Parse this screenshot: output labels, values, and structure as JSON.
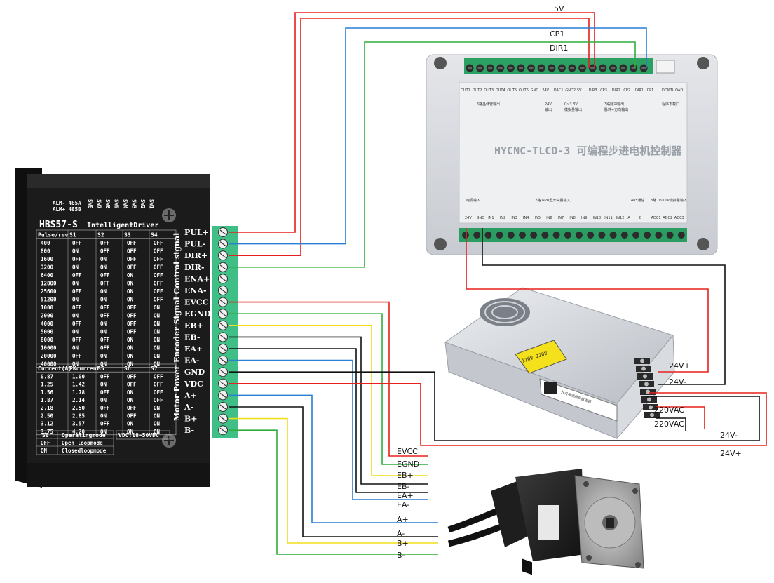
{
  "colors": {
    "red": "#e8201c",
    "blue": "#2a7fd4",
    "green": "#2fae3a",
    "yellow": "#f2de1c",
    "black": "#111111",
    "driver_body": "#1b1b1b",
    "terminal": "#3fbf86"
  },
  "driver": {
    "model": "HBS57-S",
    "subtitle": "IntelligentDriver",
    "alarm_top": "ALM- 485A",
    "alarm_bottom": "ALM+ 485B",
    "switches": [
      "SW8",
      "SW7",
      "SW6",
      "SW5",
      "SW4",
      "SW3",
      "SW2",
      "SW1"
    ],
    "side_label": "Motor Power Encoder Signal Control signal",
    "pulse_table": {
      "headers": [
        "Pulse/rev",
        "S1",
        "S2",
        "S3",
        "S4"
      ],
      "rows": [
        [
          "400",
          "OFF",
          "OFF",
          "OFF",
          "OFF"
        ],
        [
          "800",
          "ON",
          "OFF",
          "OFF",
          "OFF"
        ],
        [
          "1600",
          "OFF",
          "ON",
          "OFF",
          "OFF"
        ],
        [
          "3200",
          "ON",
          "ON",
          "OFF",
          "OFF"
        ],
        [
          "6400",
          "OFF",
          "OFF",
          "ON",
          "OFF"
        ],
        [
          "12800",
          "ON",
          "OFF",
          "ON",
          "OFF"
        ],
        [
          "25600",
          "OFF",
          "ON",
          "ON",
          "OFF"
        ],
        [
          "51200",
          "ON",
          "ON",
          "ON",
          "OFF"
        ],
        [
          "1000",
          "OFF",
          "OFF",
          "OFF",
          "ON"
        ],
        [
          "2000",
          "ON",
          "OFF",
          "OFF",
          "ON"
        ],
        [
          "4000",
          "OFF",
          "ON",
          "OFF",
          "ON"
        ],
        [
          "5000",
          "ON",
          "ON",
          "OFF",
          "ON"
        ],
        [
          "8000",
          "OFF",
          "OFF",
          "ON",
          "ON"
        ],
        [
          "10000",
          "ON",
          "OFF",
          "ON",
          "ON"
        ],
        [
          "20000",
          "OFF",
          "ON",
          "ON",
          "ON"
        ],
        [
          "40000",
          "ON",
          "ON",
          "ON",
          "ON"
        ]
      ]
    },
    "current_table": {
      "headers": [
        "Current(A)",
        "PKcurrent",
        "S5",
        "S6",
        "S7"
      ],
      "rows": [
        [
          "0.87",
          "1.00",
          "OFF",
          "OFF",
          "OFF"
        ],
        [
          "1.25",
          "1.42",
          "ON",
          "OFF",
          "OFF"
        ],
        [
          "1.56",
          "1.78",
          "OFF",
          "ON",
          "OFF"
        ],
        [
          "1.87",
          "2.14",
          "ON",
          "ON",
          "OFF"
        ],
        [
          "2.18",
          "2.50",
          "OFF",
          "OFF",
          "ON"
        ],
        [
          "2.50",
          "2.85",
          "ON",
          "OFF",
          "ON"
        ],
        [
          "3.12",
          "3.57",
          "OFF",
          "ON",
          "ON"
        ],
        [
          "3.75",
          "4.20",
          "ON",
          "ON",
          "ON"
        ]
      ]
    },
    "mode_table": {
      "headers": [
        "S8",
        "Operatingmode"
      ],
      "rows": [
        [
          "OFF",
          "Open loopmode"
        ],
        [
          "ON",
          "Closedloopmode"
        ]
      ],
      "vdc": "VDC:18~50VDC"
    },
    "terminals": [
      "PUL+",
      "PUL-",
      "DIR+",
      "DIR-",
      "ENA+",
      "ENA-",
      "EVCC",
      "EGND",
      "EB+",
      "EB-",
      "EA+",
      "EA-",
      "GND",
      "VDC",
      "A+",
      "A-",
      "B+",
      "B-"
    ]
  },
  "controller": {
    "title": "HYCNC-TLCD-3 可编程步进电机控制器",
    "top_ports": [
      "OUT1",
      "OUT2",
      "OUT3",
      "OUT4",
      "OUT5",
      "OUT6",
      "GND",
      "24V",
      "DAC1",
      "GND2",
      "5V",
      "DIR3",
      "CP3",
      "DIR2",
      "CP2",
      "DIR1",
      "CP1"
    ],
    "download": "DOWNLOAD",
    "top_notes": [
      "6路晶体管输出",
      "24V",
      "0~3.3V",
      "3路脉冲输出",
      "程序下载口",
      "输出",
      "模拟量输出",
      "脉冲+方向输出"
    ],
    "bottom_ports": [
      "24V",
      "GND",
      "IN1",
      "IN2",
      "IN3",
      "IN4",
      "IN5",
      "IN6",
      "IN7",
      "IN8",
      "IN9",
      "IN10",
      "IN11",
      "IN12",
      "A",
      "B",
      "ADC1",
      "ADC2",
      "ADC3"
    ],
    "bottom_notes": [
      "电源输入",
      "12路 NPN型开关量输入",
      "485通信",
      "3路 0~10V模拟量输入"
    ]
  },
  "power_supply": {
    "warning": "110V  220V",
    "label": "开关电源组装自由调",
    "terminals": [
      "24V+",
      "24V-",
      "220VAC",
      "220VAC"
    ]
  },
  "wire_labels": {
    "v5": "5V",
    "cp1": "CP1",
    "dir1": "DIR1",
    "evcc": "EVCC",
    "egnd": "EGND",
    "ebp": "EB+",
    "ebm": "EB-",
    "eap": "EA+",
    "eam": "EA-",
    "ap": "A+",
    "am": "A-",
    "bp": "B+",
    "bm": "B-",
    "psu_24vp": "24V+",
    "psu_24vm": "24V-",
    "psu_ac1": "220VAC",
    "psu_ac2": "220VAC",
    "right_24vm": "24V-",
    "right_24vp": "24V+"
  }
}
